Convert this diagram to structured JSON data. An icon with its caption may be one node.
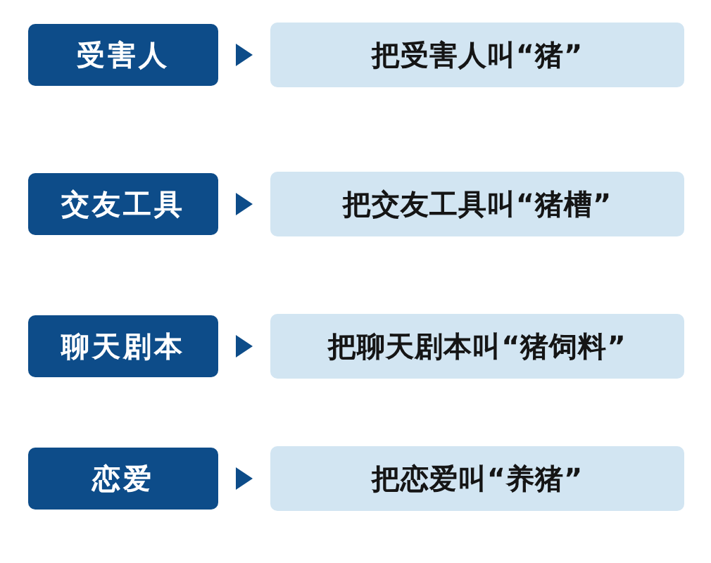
{
  "diagram": {
    "nodes": [
      {
        "text": [
          "受害人"
        ]
      },
      {
        "text": [
          "把受害人叫“猪”"
        ]
      },
      {
        "text": [
          "交友工具"
        ]
      },
      {
        "text": [
          "把交友工具叫“猪槽”"
        ]
      },
      {
        "text": [
          "聊天剧本"
        ]
      },
      {
        "text": [
          "把聊天剧本叫“猪饲料”"
        ]
      },
      {
        "text": [
          "恋爱"
        ]
      },
      {
        "text": [
          "把恋爱叫“养猪”"
        ]
      }
    ],
    "edges": [
      {
        "from": 0,
        "to": 1,
        "arrow": "to"
      },
      {
        "from": 2,
        "to": 3,
        "arrow": "to"
      },
      {
        "from": 4,
        "to": 5,
        "arrow": "to"
      },
      {
        "from": 6,
        "to": 7,
        "arrow": "to"
      }
    ]
  }
}
